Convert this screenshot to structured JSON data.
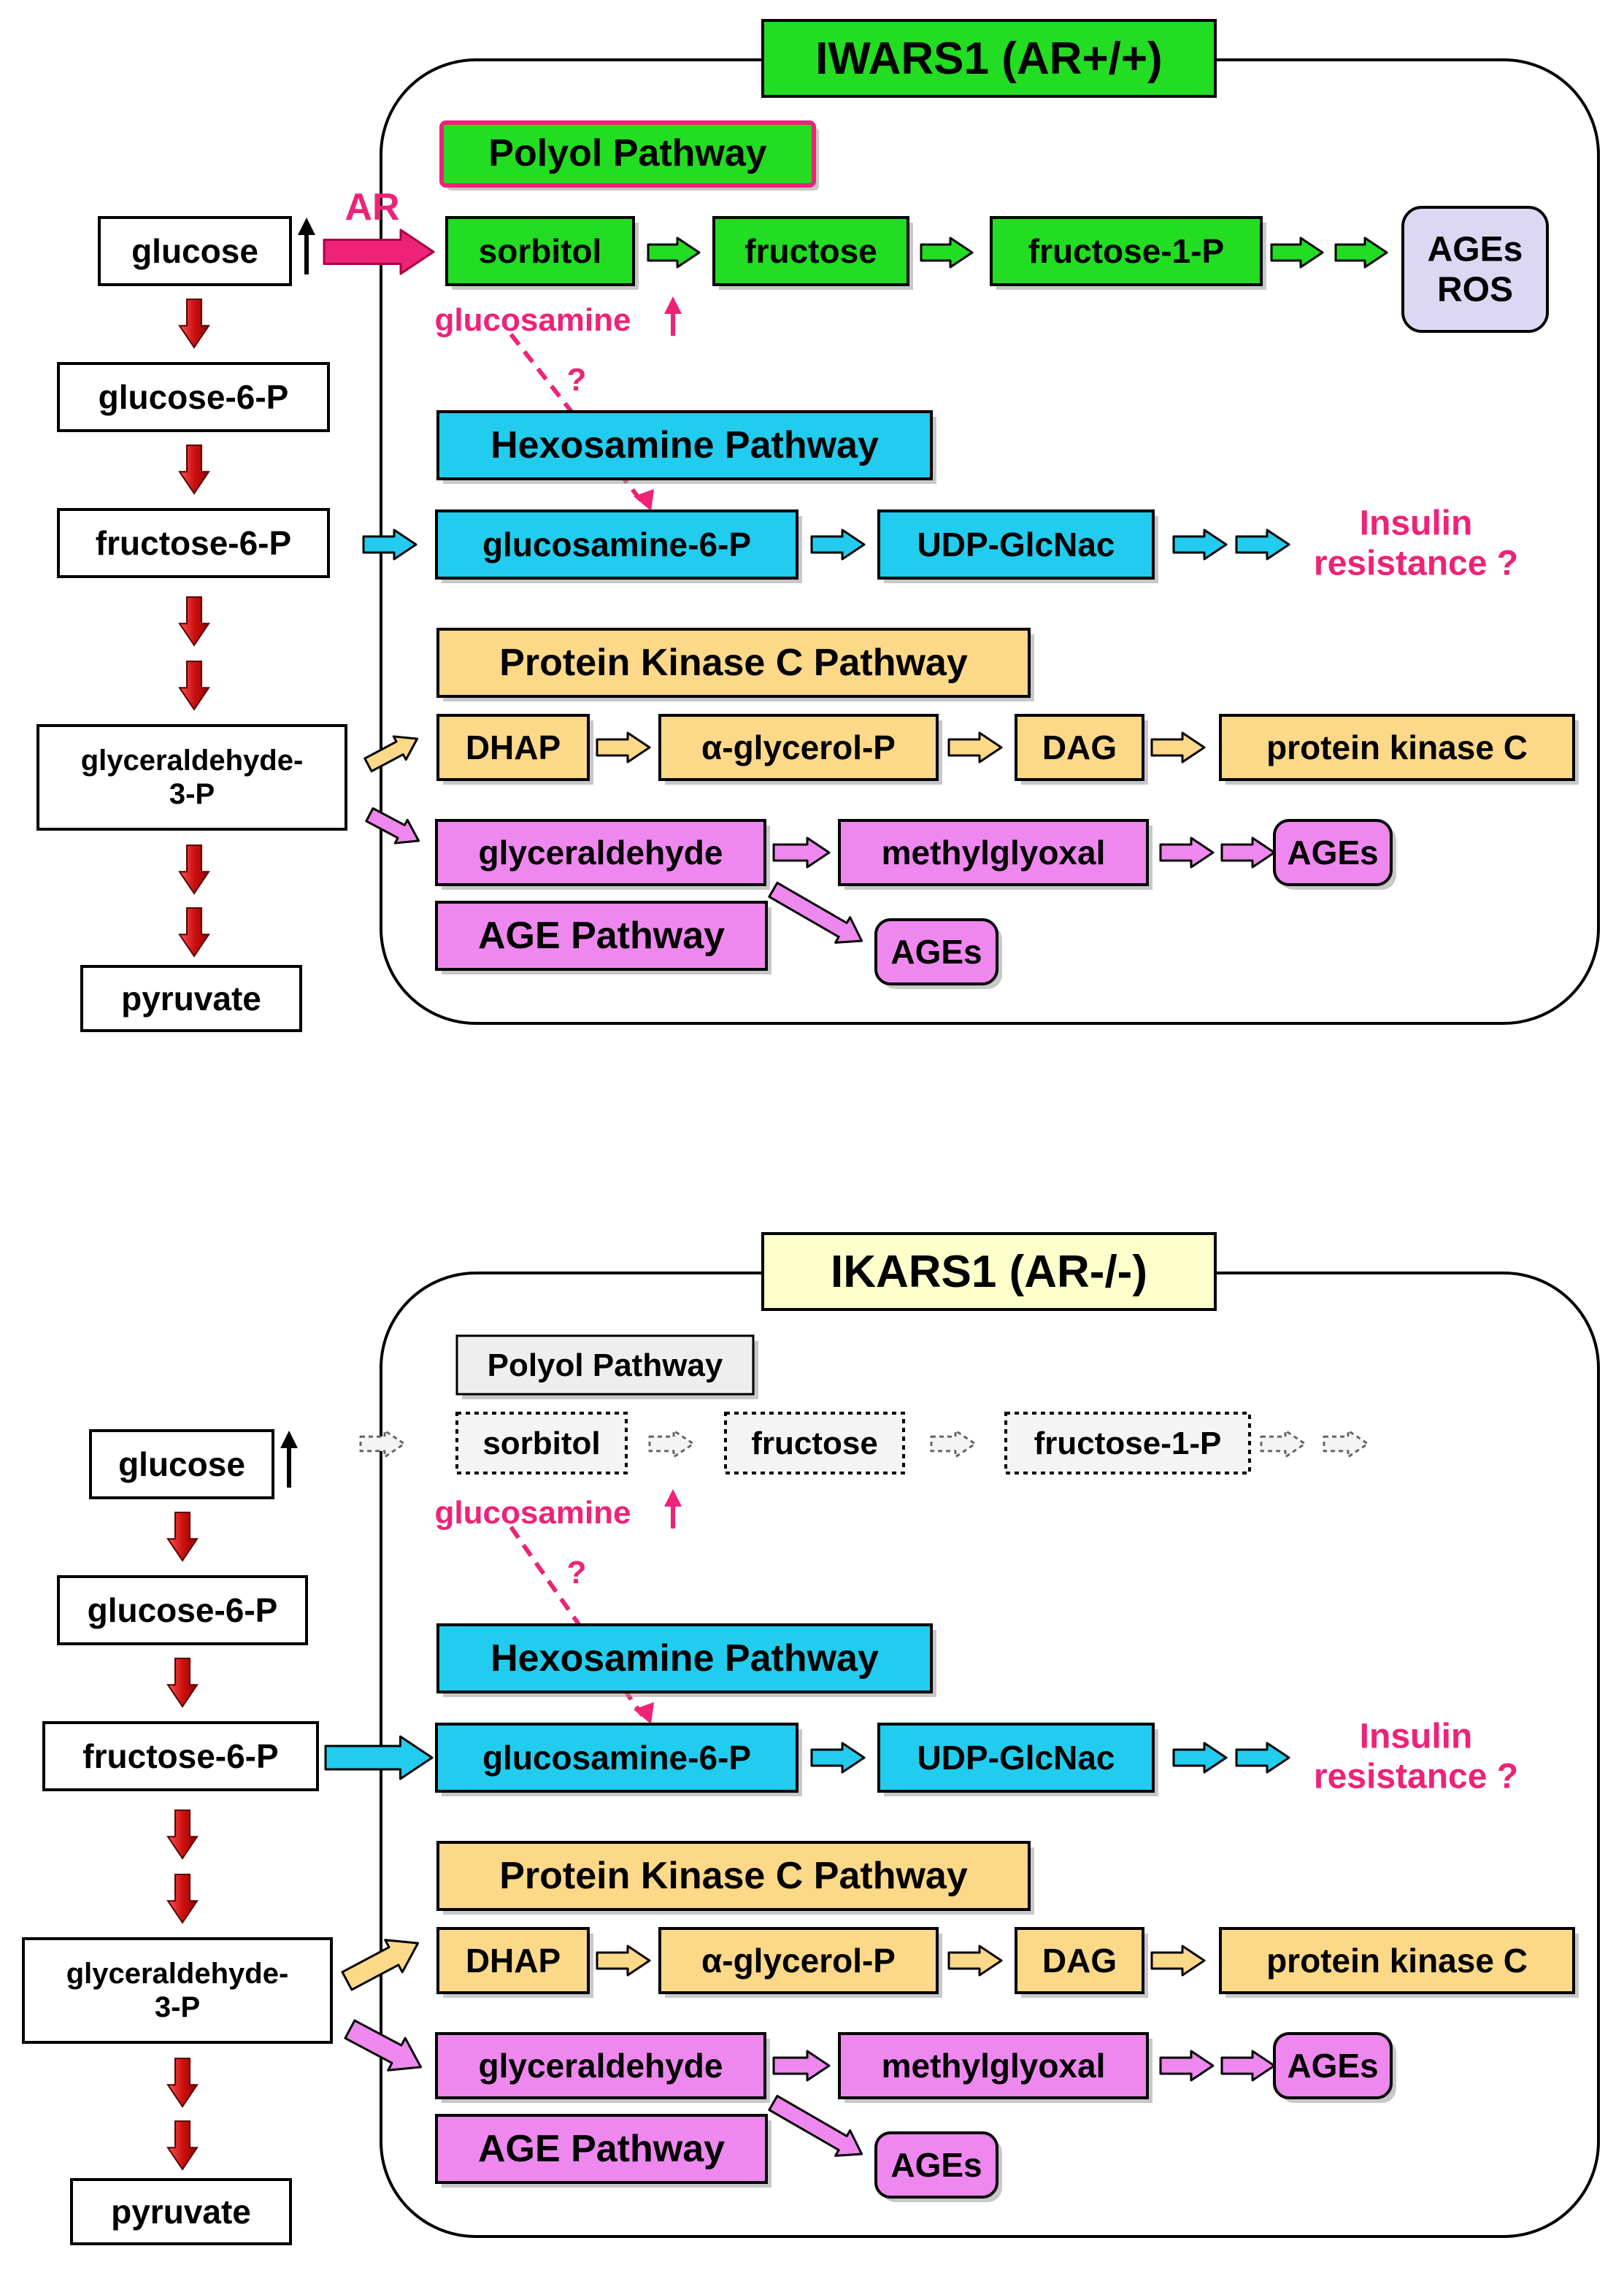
{
  "colors": {
    "red_arrow": "#cc1111",
    "polyol_green": "#22dd22",
    "hexosamine_cyan": "#22ccee",
    "pkc_orange": "#fcd889",
    "age_violet": "#ee88ee",
    "ages_ros_box": "#dcd8f4",
    "ar_pink": "#ee2277",
    "inactive_gray": "#eeeeee",
    "title_top_bg": "#22dd22",
    "title_bottom_bg": "#ffffcc"
  },
  "panels": [
    {
      "title": "IWARS1 (AR+/+)",
      "mainline": [
        "glucose",
        "glucose-6-P",
        "fructose-6-P",
        "glyceraldehyde-\n3-P",
        "pyruvate"
      ],
      "polyol": {
        "label": "Polyol Pathway",
        "ar_label": "AR",
        "steps": [
          "sorbitol",
          "fructose",
          "fructose-1-P"
        ],
        "end": "AGEs\nROS"
      },
      "glucosamine_label": "glucosamine",
      "question_mark": "?",
      "hexosamine": {
        "label": "Hexosamine Pathway",
        "steps": [
          "glucosamine-6-P",
          "UDP-GlcNac"
        ],
        "end": "Insulin\nresistance ?"
      },
      "pkc": {
        "label": "Protein Kinase C Pathway",
        "steps": [
          "DHAP",
          "α-glycerol-P",
          "DAG",
          "protein kinase C"
        ]
      },
      "age": {
        "label": "AGE Pathway",
        "steps": [
          "glyceraldehyde",
          "methylglyoxal"
        ],
        "end": "AGEs",
        "branch_end": "AGEs"
      }
    },
    {
      "title": "IKARS1 (AR-/-)",
      "mainline": [
        "glucose",
        "glucose-6-P",
        "fructose-6-P",
        "glyceraldehyde-\n3-P",
        "pyruvate"
      ],
      "polyol": {
        "label": "Polyol Pathway",
        "steps": [
          "sorbitol",
          "fructose",
          "fructose-1-P"
        ]
      },
      "glucosamine_label": "glucosamine",
      "question_mark": "?",
      "hexosamine": {
        "label": "Hexosamine Pathway",
        "steps": [
          "glucosamine-6-P",
          "UDP-GlcNac"
        ],
        "end": "Insulin\nresistance ?"
      },
      "pkc": {
        "label": "Protein Kinase C Pathway",
        "steps": [
          "DHAP",
          "α-glycerol-P",
          "DAG",
          "protein kinase C"
        ]
      },
      "age": {
        "label": "AGE Pathway",
        "steps": [
          "glyceraldehyde",
          "methylglyoxal"
        ],
        "end": "AGEs",
        "branch_end": "AGEs"
      }
    }
  ]
}
